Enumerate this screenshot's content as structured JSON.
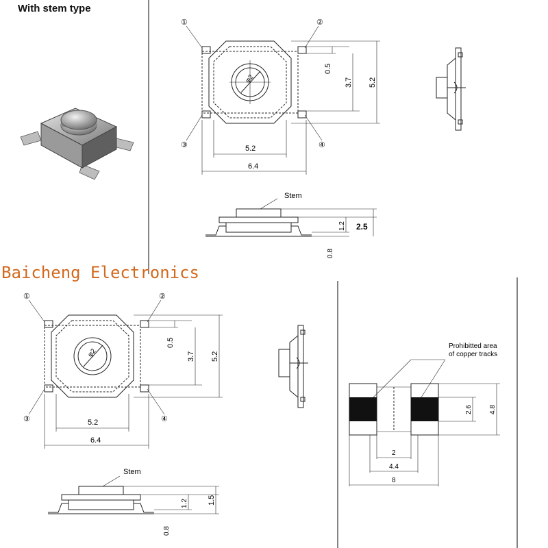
{
  "title": "With stem type",
  "watermark": "Baicheng Electronics",
  "top": {
    "pins": [
      "①",
      "②",
      "③",
      "④"
    ],
    "dims": {
      "w1": "5.2",
      "w2": "6.4",
      "h1": "0.5",
      "h2": "3.7",
      "h3": "5.2",
      "phi": "φ2"
    },
    "side": {
      "stem": "Stem",
      "h": "1.2",
      "total": "2.5",
      "base": "0.8"
    }
  },
  "bottom": {
    "pins": [
      "①",
      "②",
      "③",
      "④"
    ],
    "dims": {
      "w1": "5.2",
      "w2": "6.4",
      "h1": "0.5",
      "h2": "3.7",
      "h3": "5.2",
      "phi": "φ2"
    },
    "side": {
      "stem": "Stem",
      "h": "1.2",
      "total": "1.5",
      "base": "0.8"
    }
  },
  "pad": {
    "note1": "Prohibitted area",
    "note2": "of copper tracks",
    "d_inner": "2",
    "d_mid": "4.4",
    "d_outer": "8",
    "h_inner": "2.6",
    "h_outer": "4.8"
  }
}
